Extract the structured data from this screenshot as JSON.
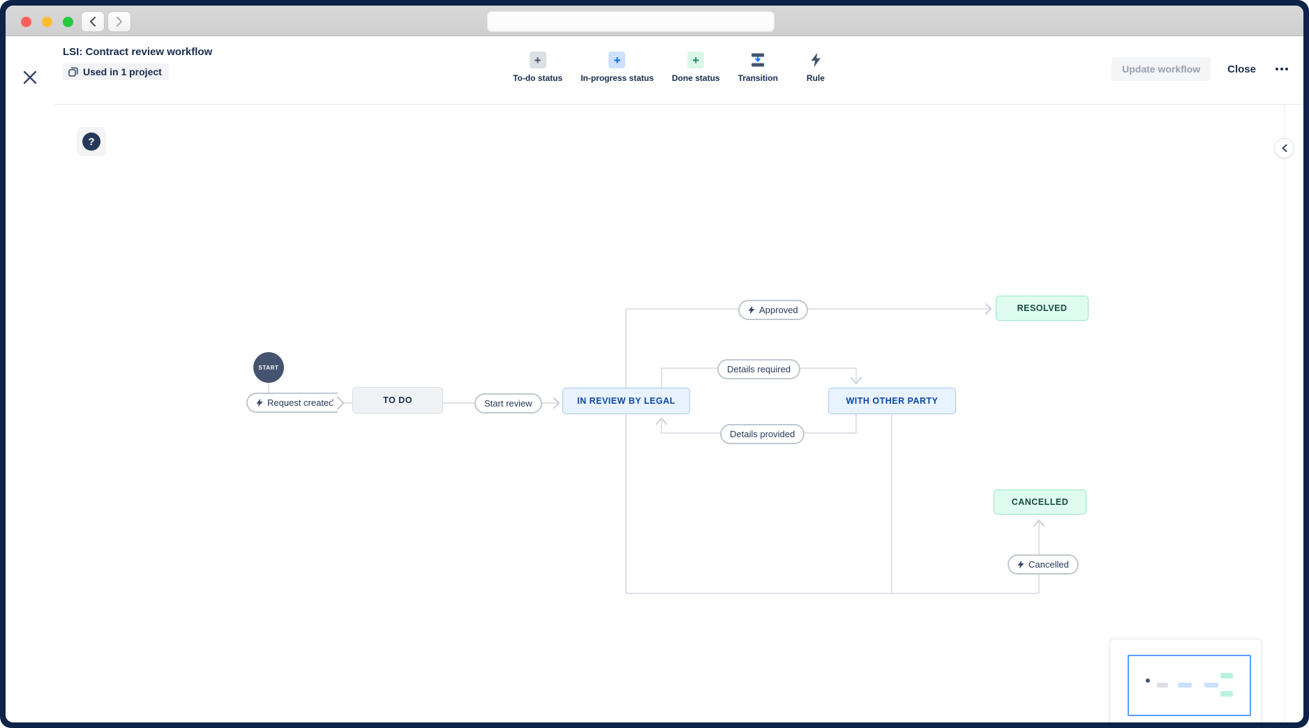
{
  "titlebar": {
    "url_value": "",
    "back_label": "back",
    "forward_label": "forward"
  },
  "header": {
    "title": "LSI: Contract review workflow",
    "badge": "Used in 1 project",
    "update_button": "Update workflow",
    "close_button": "Close"
  },
  "toolbar": {
    "items": [
      {
        "id": "todo-status",
        "label": "To-do status"
      },
      {
        "id": "inprogress-status",
        "label": "In-progress status"
      },
      {
        "id": "done-status",
        "label": "Done status"
      },
      {
        "id": "transition",
        "label": "Transition"
      },
      {
        "id": "rule",
        "label": "Rule"
      }
    ]
  },
  "workflow": {
    "start_label": "START",
    "statuses": [
      {
        "label": "TO DO",
        "type": "todo"
      },
      {
        "label": "IN REVIEW BY LEGAL",
        "type": "inprogress"
      },
      {
        "label": "WITH OTHER PARTY",
        "type": "inprogress"
      },
      {
        "label": "RESOLVED",
        "type": "done"
      },
      {
        "label": "CANCELLED",
        "type": "done"
      }
    ],
    "transitions": [
      {
        "label": "Request created",
        "rule": true
      },
      {
        "label": "Start review",
        "rule": false
      },
      {
        "label": "Approved",
        "rule": true
      },
      {
        "label": "Details required",
        "rule": false
      },
      {
        "label": "Details provided",
        "rule": false
      },
      {
        "label": "Cancelled",
        "rule": true
      }
    ]
  },
  "help": {
    "glyph": "?"
  },
  "colors": {
    "frame_navy": "#0E2348",
    "text_navy": "#172B4D",
    "todo_bg": "#F0F1F4",
    "inprogress_bg": "#E9F2FF",
    "inprogress_text": "#0747A6",
    "done_bg": "#DFFCF0",
    "done_text": "#164B35",
    "edge_line": "#DFE1E6",
    "minimap_viewport": "#579DFF"
  }
}
